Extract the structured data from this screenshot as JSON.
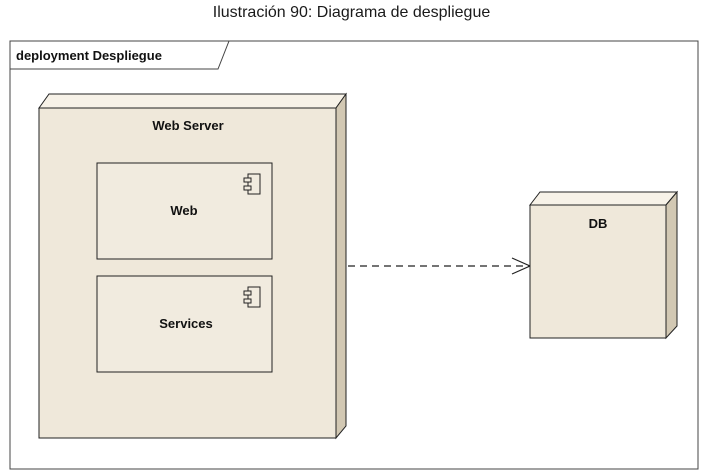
{
  "caption": "Ilustración 90: Diagrama de despliegue",
  "frame": {
    "label": "deployment Despliegue"
  },
  "nodes": {
    "web_server": {
      "label": "Web Server"
    },
    "db": {
      "label": "DB"
    }
  },
  "components": {
    "web": {
      "label": "Web"
    },
    "services": {
      "label": "Services"
    }
  },
  "colors": {
    "node_front": "#EFE8DA",
    "node_side": "#D2C8B3",
    "node_top": "#F7F2E8",
    "component_fill": "#F1EBDF",
    "stroke": "#222222"
  },
  "dependency": {
    "from": "web_server",
    "to": "db",
    "style": "dashed",
    "arrow": "open"
  }
}
